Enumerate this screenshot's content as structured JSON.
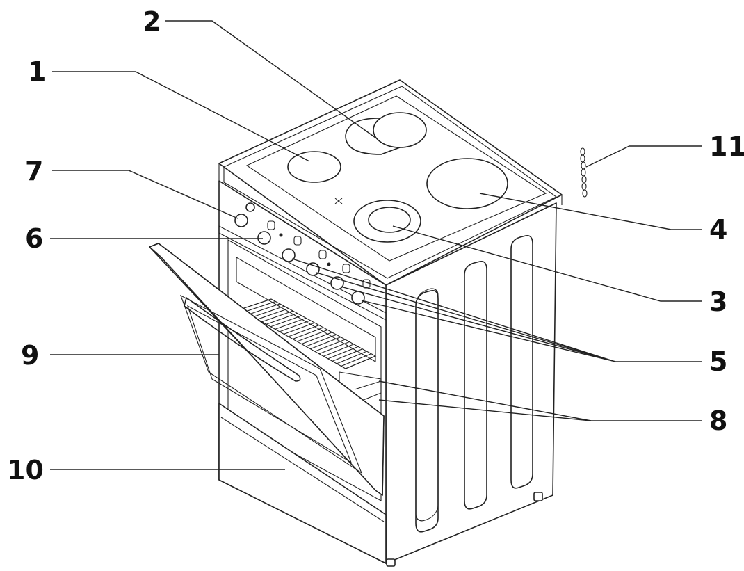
{
  "callouts": {
    "c1": "1",
    "c2": "2",
    "c3": "3",
    "c4": "4",
    "c5": "5",
    "c6": "6",
    "c7": "7",
    "c8": "8",
    "c9": "9",
    "c10": "10",
    "c11": "11"
  },
  "colors": {
    "ink": "#222222",
    "background": "#ffffff"
  }
}
